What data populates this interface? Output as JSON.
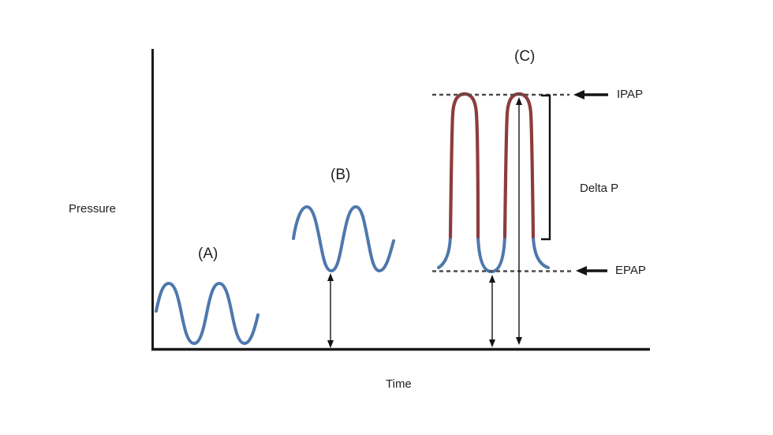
{
  "colors": {
    "background": "#ffffff",
    "axis": "#1a1a1a",
    "wave_blue": "#4e78ad",
    "wave_maroon": "#8d3c3e",
    "dashed_line": "#4d4d4d",
    "arrow_black": "#141414",
    "bracket": "#111111",
    "text": "#1f1f1f"
  },
  "axes": {
    "y_label": "Pressure",
    "x_label": "Time"
  },
  "waveforms": {
    "a_label": "(A)",
    "b_label": "(B)",
    "c_label": "(C)"
  },
  "annotations": {
    "ipap_label": "IPAP",
    "epap_label": "EPAP",
    "delta_p_label": "Delta P"
  }
}
